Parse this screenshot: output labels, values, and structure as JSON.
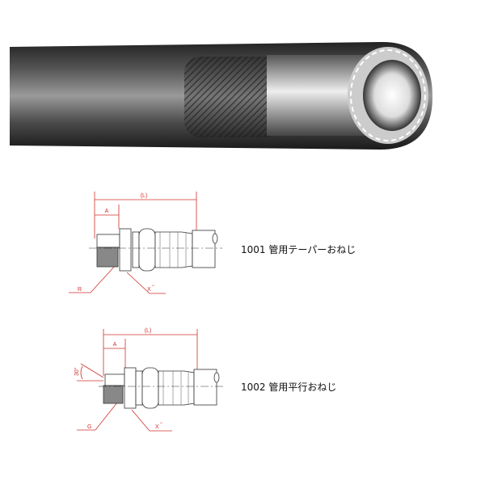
{
  "photo": {
    "subject": "hose"
  },
  "fittings": [
    {
      "caption": "1001 管用テーパーおねじ",
      "labels": {
        "length": "(L)",
        "a": "A",
        "thread": "R",
        "hex": "X",
        "hex_note": "*¹"
      }
    },
    {
      "caption": "1002 管用平行おねじ",
      "labels": {
        "length": "(L)",
        "a": "A",
        "thread": "G",
        "hex": "X",
        "hex_note": "*¹",
        "angle": "30°"
      }
    }
  ],
  "colors": {
    "dimension": "#d0302c",
    "line": "#333333"
  }
}
